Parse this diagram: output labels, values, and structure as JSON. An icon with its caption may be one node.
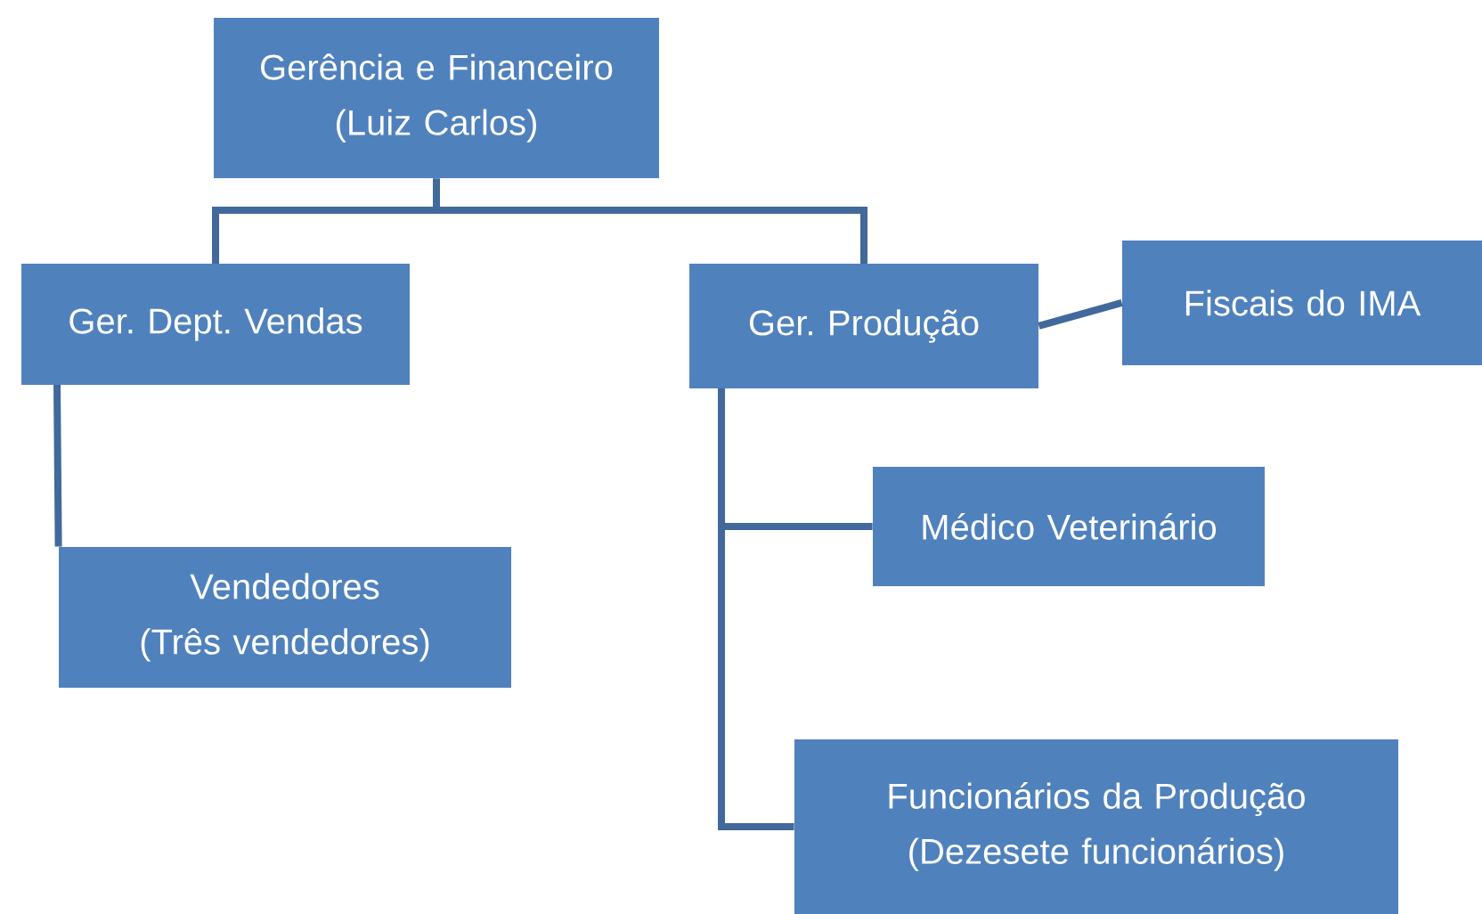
{
  "diagram": {
    "nodes": [
      {
        "text": [
          "Gerência e Financeiro",
          "(Luiz Carlos)"
        ]
      },
      {
        "text": [
          "Ger. Dept. Vendas"
        ]
      },
      {
        "text": [
          "Ger. Produção"
        ]
      },
      {
        "text": [
          "Fiscais do IMA"
        ]
      },
      {
        "text": [
          "Vendedores",
          "(Três vendedores)"
        ]
      },
      {
        "text": [
          "Médico Veterinário"
        ]
      },
      {
        "text": [
          "Funcionários da Produção",
          "(Dezesete funcionários)"
        ]
      }
    ],
    "edges": [
      {
        "from": 0,
        "to": 1,
        "arrow": "none"
      },
      {
        "from": 0,
        "to": 2,
        "arrow": "none"
      },
      {
        "from": 2,
        "to": 3,
        "arrow": "none"
      },
      {
        "from": 1,
        "to": 4,
        "arrow": "none"
      },
      {
        "from": 2,
        "to": 5,
        "arrow": "none"
      },
      {
        "from": 2,
        "to": 6,
        "arrow": "none"
      }
    ]
  }
}
